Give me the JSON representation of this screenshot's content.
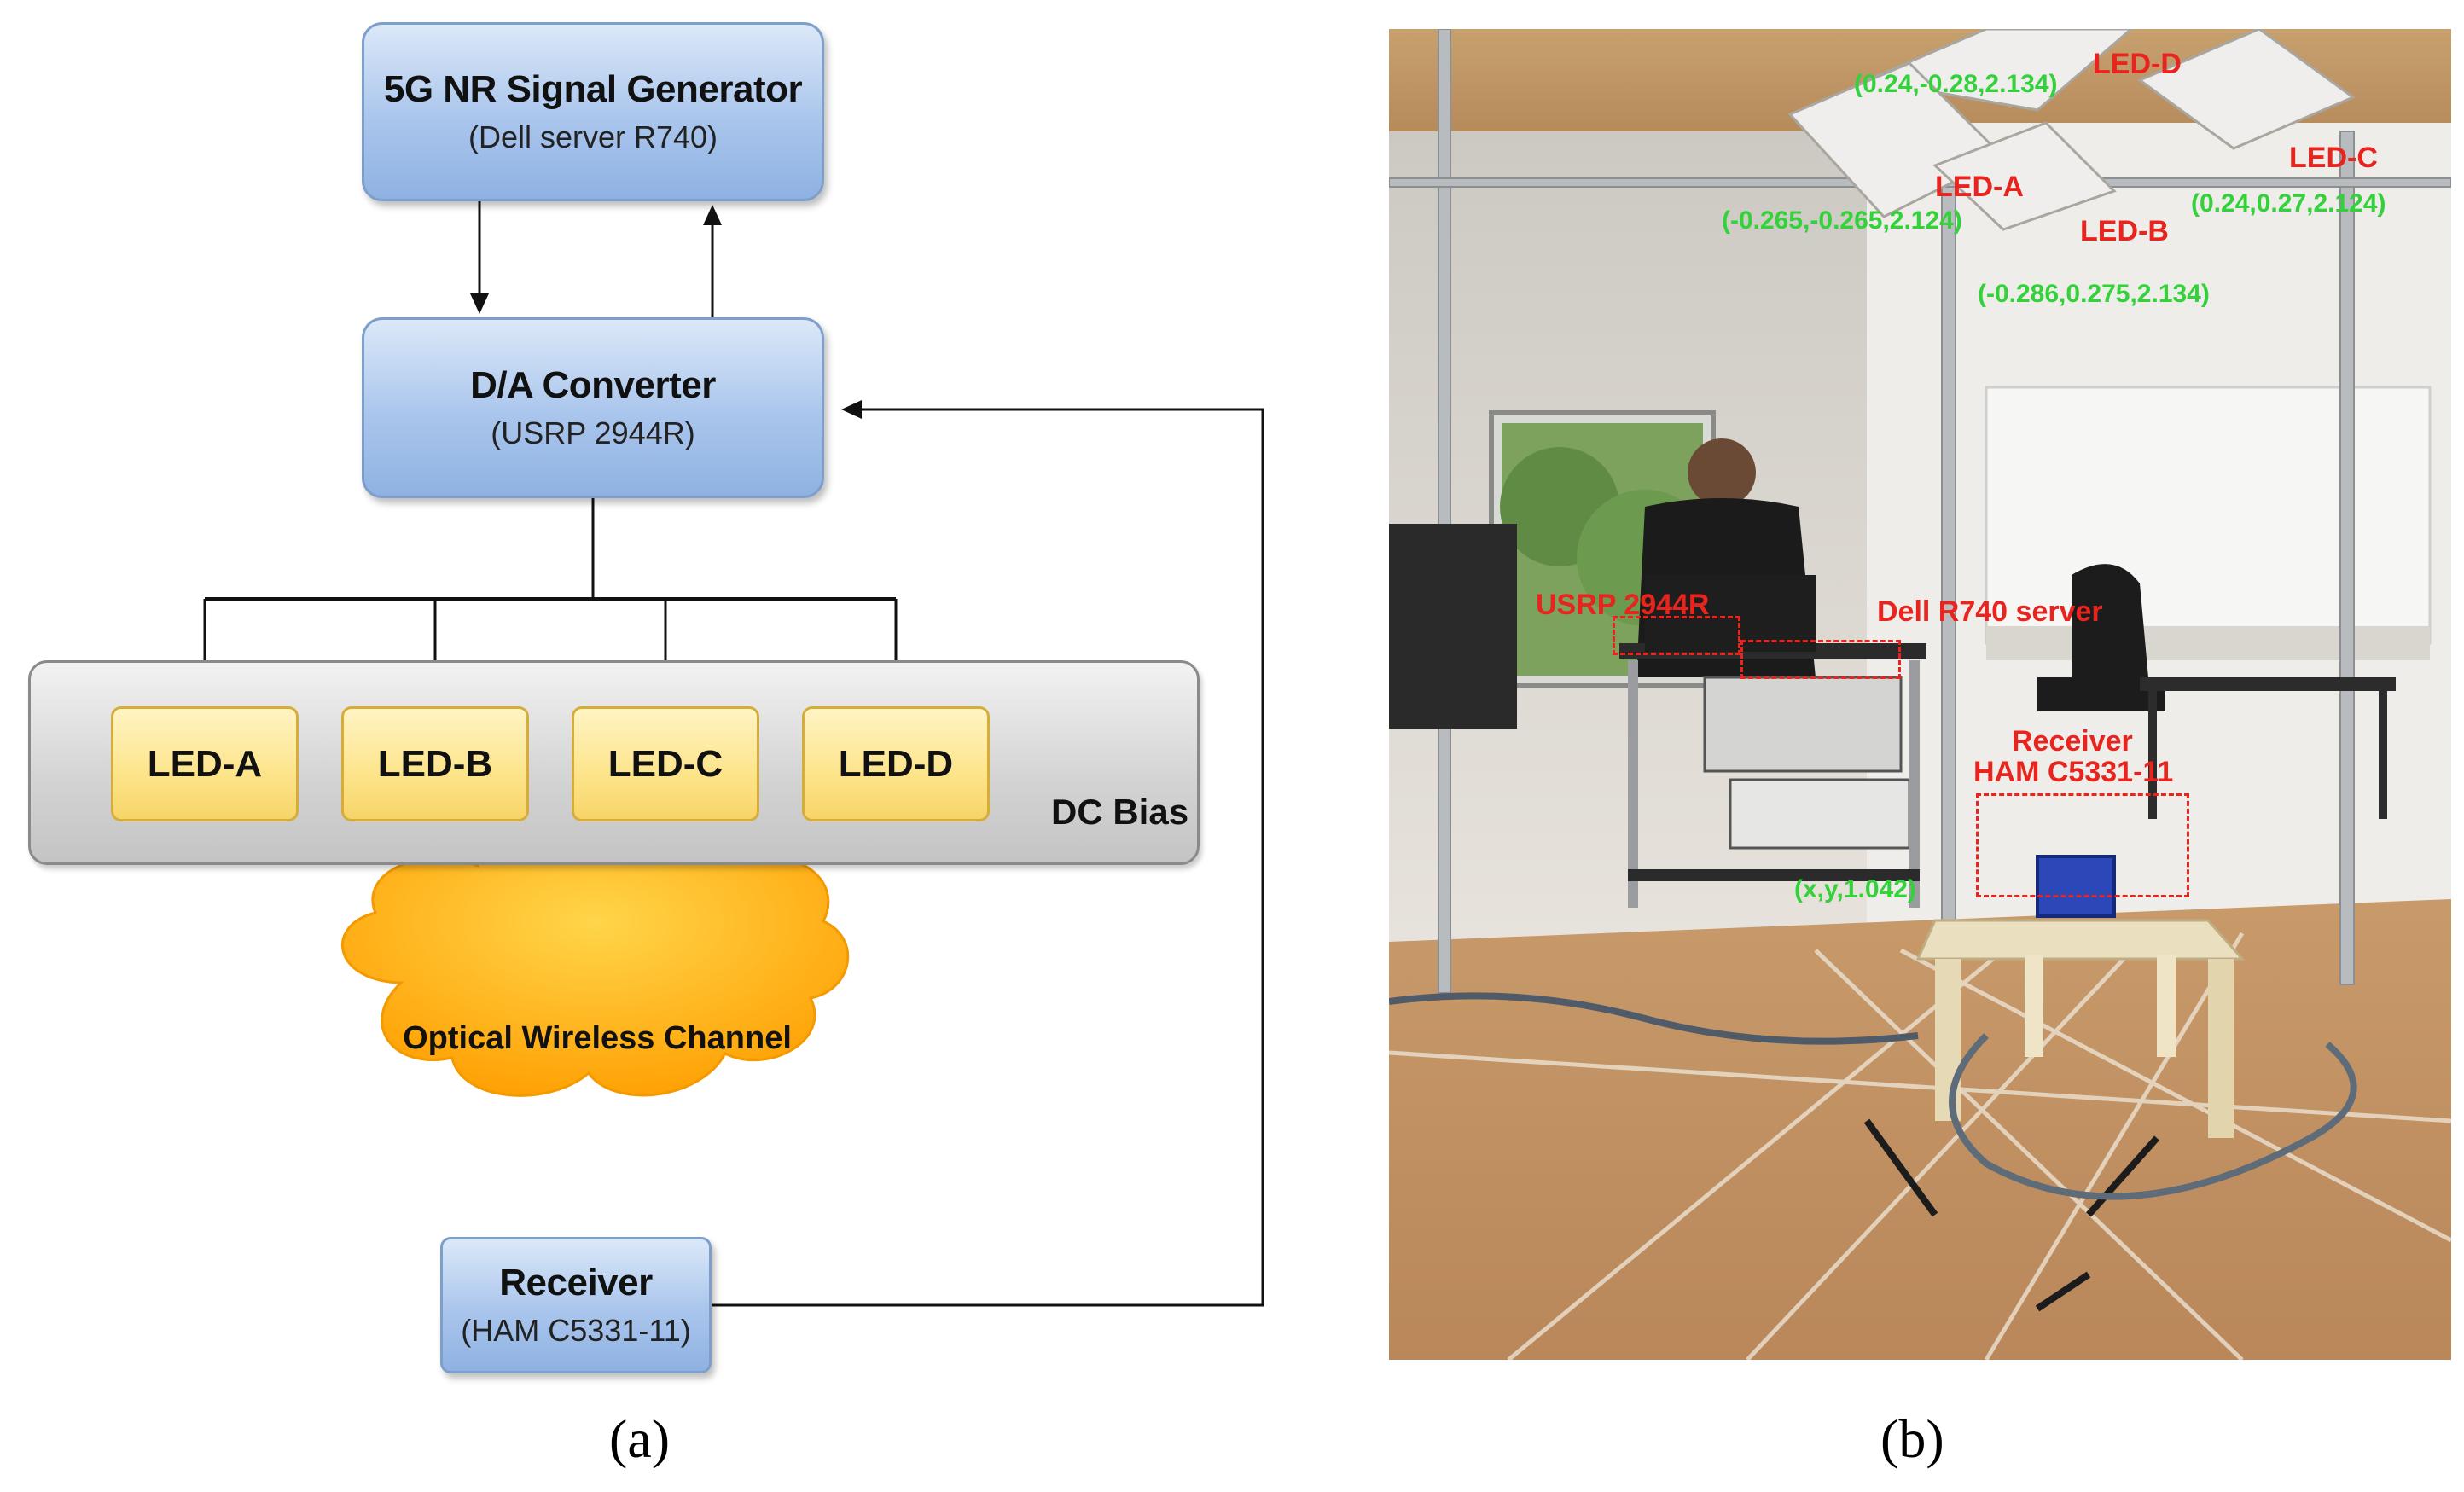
{
  "panel_a": {
    "generator": {
      "title": "5G NR Signal Generator",
      "subtitle": "(Dell server R740)"
    },
    "converter": {
      "title": "D/A Converter",
      "subtitle": "(USRP 2944R)"
    },
    "leds": [
      "LED-A",
      "LED-B",
      "LED-C",
      "LED-D"
    ],
    "dc_bias": "DC Bias",
    "channel": "Optical Wireless Channel",
    "receiver": {
      "title": "Receiver",
      "subtitle": "(HAM C5331-11)"
    },
    "caption": "(a)"
  },
  "panel_b": {
    "labels": {
      "led_d": "LED-D",
      "led_a": "LED-A",
      "led_b": "LED-B",
      "led_c": "LED-C",
      "coord_d": "(0.24,-0.28,2.134)",
      "coord_a": "(-0.265,-0.265,2.124)",
      "coord_c": "(0.24,0.27,2.124)",
      "coord_b": "(-0.286,0.275,2.134)",
      "usrp": "USRP 2944R",
      "dell": "Dell R740 server",
      "receiver_line1": "Receiver",
      "receiver_line2": "HAM C5331-11",
      "coord_rx": "(x,y,1.042)"
    },
    "caption": "(b)"
  },
  "colors": {
    "box_blue": "#a9c5ec",
    "led_yellow": "#fde48a",
    "cloud_orange": "#ffb300",
    "annotation_red": "#e8241f",
    "annotation_green": "#33d13a"
  }
}
